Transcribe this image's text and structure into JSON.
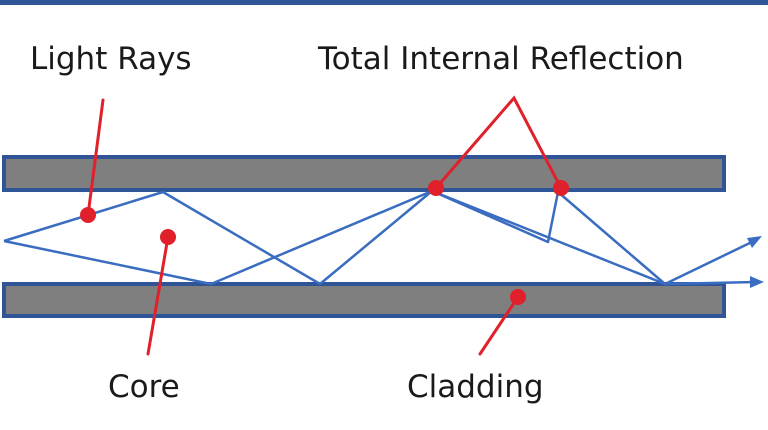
{
  "labels": {
    "light_rays": "Light Rays",
    "total_internal_reflection": "Total Internal Reflection",
    "core": "Core",
    "cladding": "Cladding"
  },
  "colors": {
    "frame": "#2f5597",
    "cladding_fill": "#7f7f7f",
    "cladding_border": "#2f5597",
    "ray": "#3a6cc0",
    "pointer": "#e0202a"
  }
}
